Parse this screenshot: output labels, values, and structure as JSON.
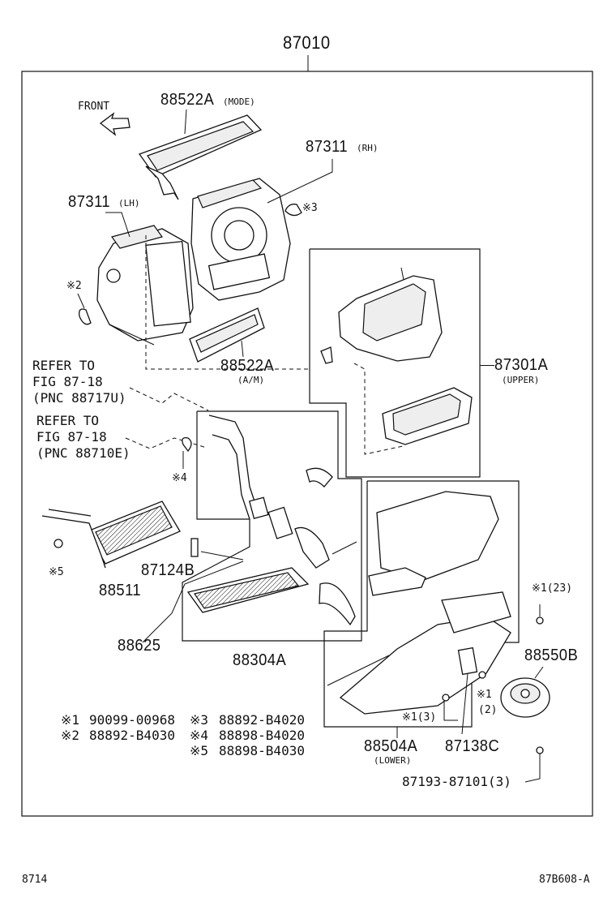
{
  "diagram": {
    "main_assembly": "87010",
    "front_label": "FRONT",
    "parts": {
      "p88522A_mode": {
        "num": "88522A",
        "sub": "(MODE)"
      },
      "p87311_rh": {
        "num": "87311",
        "sub": "(RH)"
      },
      "p87311_lh": {
        "num": "87311",
        "sub": "(LH)"
      },
      "p88522A_am": {
        "num": "88522A",
        "sub": "(A/M)"
      },
      "p87301A": {
        "num": "87301A",
        "sub": "(UPPER)"
      },
      "p87124B": {
        "num": "87124B"
      },
      "p88511": {
        "num": "88511"
      },
      "p88625": {
        "num": "88625"
      },
      "p88304A": {
        "num": "88304A"
      },
      "p88550B": {
        "num": "88550B"
      },
      "p88504A": {
        "num": "88504A",
        "sub": "(LOWER)"
      },
      "p87138C": {
        "num": "87138C"
      },
      "p87193": {
        "num": "87193-87101(3)"
      }
    },
    "marks": {
      "m3": "※3",
      "m2": "※2",
      "m4": "※4",
      "m5": "※5",
      "m1_23": "※1(23)",
      "m1_2a": "※1",
      "m1_2b": "(2)",
      "m1_3": "※1(3)"
    },
    "refer1": {
      "line1": "REFER TO",
      "line2": "FIG 87-18",
      "line3": "(PNC 88717U)"
    },
    "refer2": {
      "line1": "REFER TO",
      "line2": "FIG 87-18",
      "line3": "(PNC 88710E)"
    },
    "legend": [
      {
        "mark": "※1",
        "part": "90099-00968"
      },
      {
        "mark": "※2",
        "part": "88892-B4030"
      },
      {
        "mark": "※3",
        "part": "88892-B4020"
      },
      {
        "mark": "※4",
        "part": "88898-B4020"
      },
      {
        "mark": "※5",
        "part": "88898-B4030"
      }
    ],
    "footer": {
      "left": "8714",
      "right": "87B608-A"
    }
  }
}
